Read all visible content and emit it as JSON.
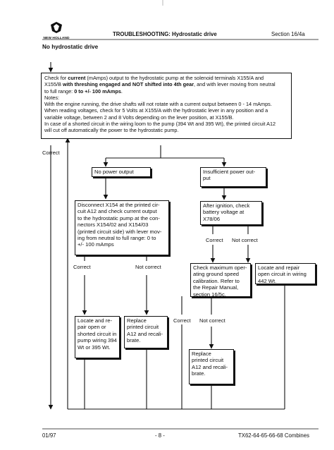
{
  "header": {
    "brand": "NEW HOLLAND",
    "title": "TROUBLESHOOTING: Hydrostatic drive",
    "section": "Section 16/4a"
  },
  "subtitle": "No hydrostatic drive",
  "main_box": {
    "l1a": "Check for ",
    "l1b": "current",
    "l1c": " (mAmps) output to the hydrostatic pump at the solenoid terminals X155/A and",
    "l2a": "X155/B ",
    "l2b": "with threshing engaged and NOT shifted into 4th gear",
    "l2c": ", and with lever moving from neutral",
    "l3a": "to full range: ",
    "l3b": "0 to +/- 100 mAmps",
    "l3c": ".",
    "l4": "Notes:",
    "l5": "With the engine running, the drive shafts will not rotate with a current output between 0 - 14 mAmps.",
    "l6": "When reading voltages, check for 5 Volts at X155/A with the hydrostatic lever in any position and a",
    "l7": "variable voltage, between 2 and 8 Volts depending on the lever position, at X155/B.",
    "l8": "In case of a shorted circuit in the wiring loom to the pump (394 Wt and 395 Wt), the printed circuit A12",
    "l9": "will cut off automatically the power to the hydrostatic pump."
  },
  "labels": {
    "correct_main": "Correct",
    "correct_left": "Correct",
    "not_correct_left": "Not correct",
    "correct_right": "Correct",
    "not_correct_right": "Not correct",
    "correct_mid": "Correct",
    "not_correct_mid": "Not correct"
  },
  "boxes": {
    "no_power": "No power output",
    "insufficient": [
      "Insufficient power out-",
      "put"
    ],
    "disconnect": [
      "Disconnect X154 at the printed cir-",
      "cuit A12 and check current output",
      "to the hydrostatic pump at the con-",
      "nectors X154/02 and X154/03",
      "(printed circuit side) with lever mov-",
      "ing from neutral to full range: 0 to",
      "+/- 100 mAmps"
    ],
    "after_ignition": [
      "After ignition, check",
      "battery voltage at",
      "X78/06"
    ],
    "check_ground": [
      "Check maximum oper-",
      "ating ground speed",
      "calibration. Refer to",
      "the Repair Manual,",
      "section 16/5c."
    ],
    "locate_open": [
      "Locate and repair",
      "open circuit in wiring",
      "442 Wt."
    ],
    "locate_short": [
      "Locate and re-",
      "pair open or",
      "shorted circuit in",
      "pump wiring 394",
      "Wt or 395 Wt."
    ],
    "replace_left": [
      "Replace",
      "printed circuit",
      "A12 and recali-",
      "brate."
    ],
    "replace_bottom": [
      "Replace",
      "printed circuit",
      "A12 and recali-",
      "brate."
    ]
  },
  "footer": {
    "date": "01/97",
    "page": "- 8 -",
    "models": "TX62-64-65-66-68 Combines"
  }
}
